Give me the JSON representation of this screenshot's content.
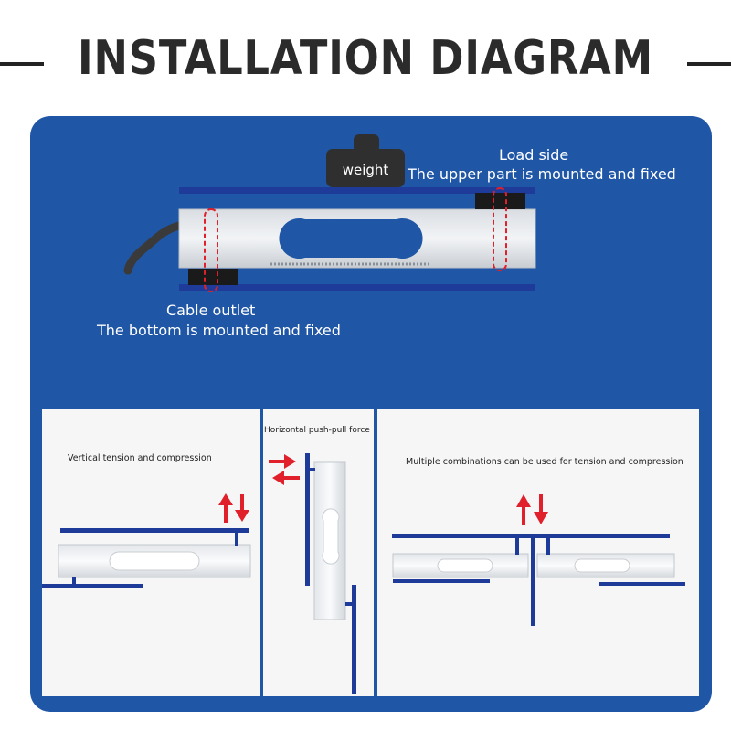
{
  "title": "INSTALLATION DIAGRAM",
  "top_diagram": {
    "weight_label": "weight",
    "load_side_title": "Load side",
    "load_side_desc": "The upper part is mounted and fixed",
    "cable_outlet_title": "Cable outlet",
    "cable_outlet_desc": "The bottom is mounted and fixed"
  },
  "cards": [
    {
      "caption": "Vertical tension and compression"
    },
    {
      "caption": "Horizontal push-pull force"
    },
    {
      "caption": "Multiple combinations can be used for tension and compression"
    }
  ],
  "colors": {
    "panel": "#1f56a6",
    "mount_bar": "#1f3b9a",
    "highlight_dash": "#e0202a",
    "arrow": "#e0202a",
    "weight_block": "#2f2f2f"
  }
}
